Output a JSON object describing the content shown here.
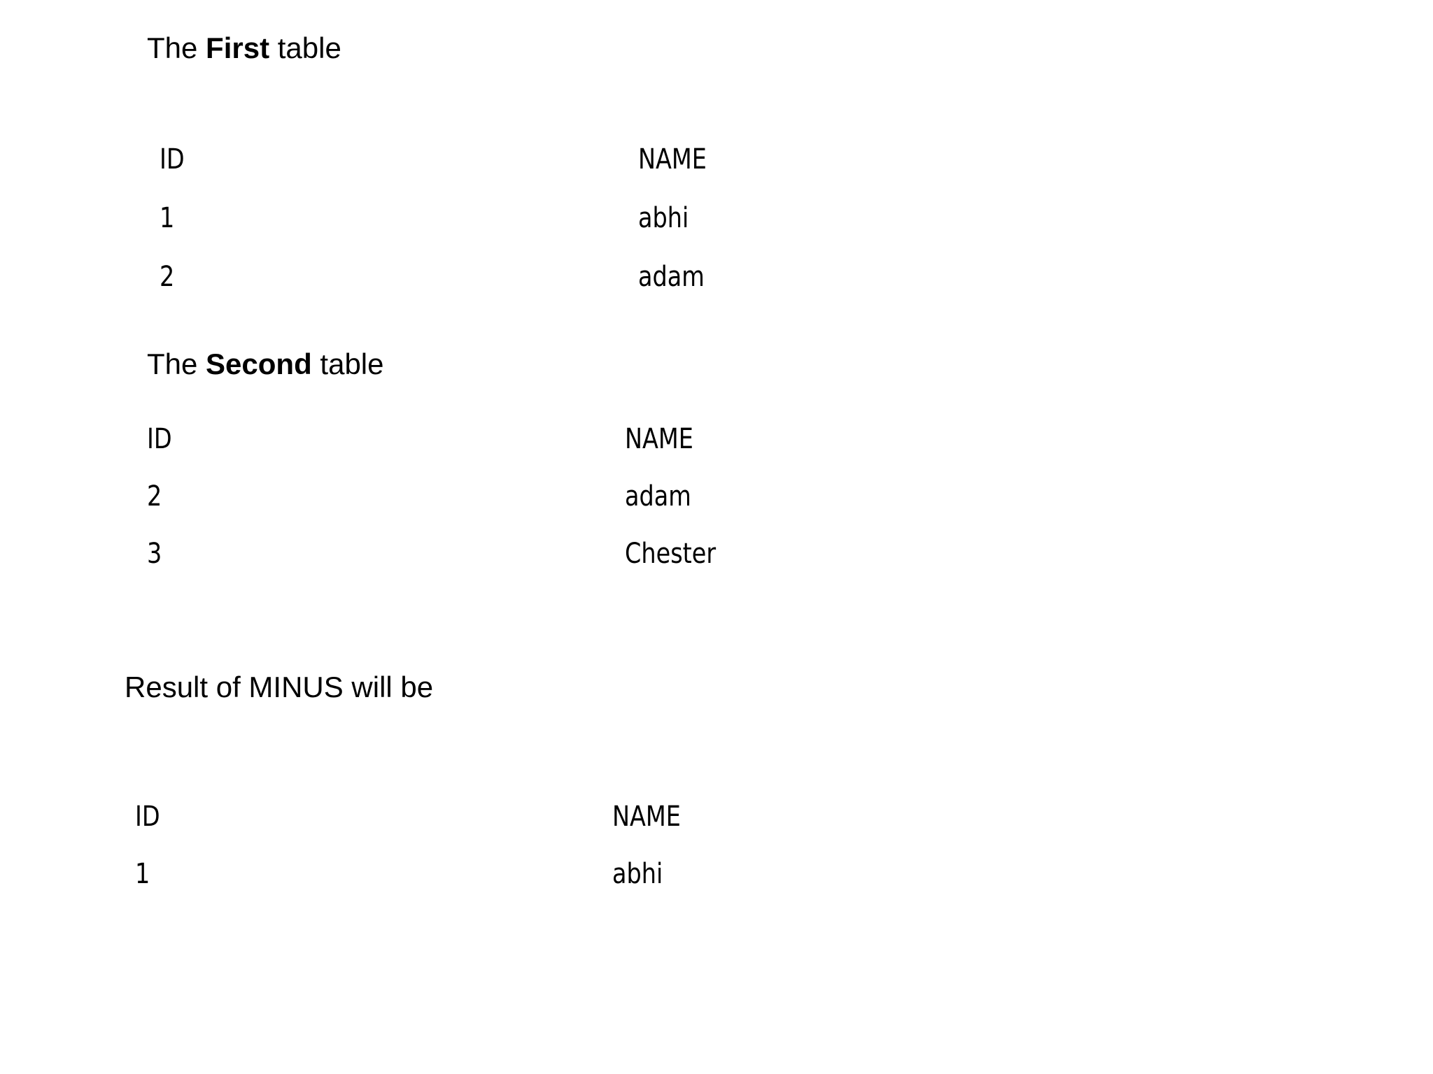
{
  "slide": {
    "background_color": "#ffffff",
    "text_color": "#000000"
  },
  "sections": {
    "first_table": {
      "heading_prefix": "The ",
      "heading_emphasis": "First",
      "heading_suffix": " table"
    },
    "second_table": {
      "heading_prefix": "The ",
      "heading_emphasis": "Second",
      "heading_suffix": " table"
    },
    "result": {
      "heading": "Result of MINUS will be"
    }
  },
  "tables": {
    "first": {
      "columns": [
        "ID",
        "NAME"
      ],
      "rows": [
        {
          "id": "1",
          "name": "abhi"
        },
        {
          "id": "2",
          "name": "adam"
        }
      ]
    },
    "second": {
      "columns": [
        "ID",
        "NAME"
      ],
      "rows": [
        {
          "id": "2",
          "name": "adam"
        },
        {
          "id": "3",
          "name": "Chester"
        }
      ]
    },
    "result": {
      "columns": [
        "ID",
        "NAME"
      ],
      "rows": [
        {
          "id": "1",
          "name": "abhi"
        }
      ]
    }
  }
}
